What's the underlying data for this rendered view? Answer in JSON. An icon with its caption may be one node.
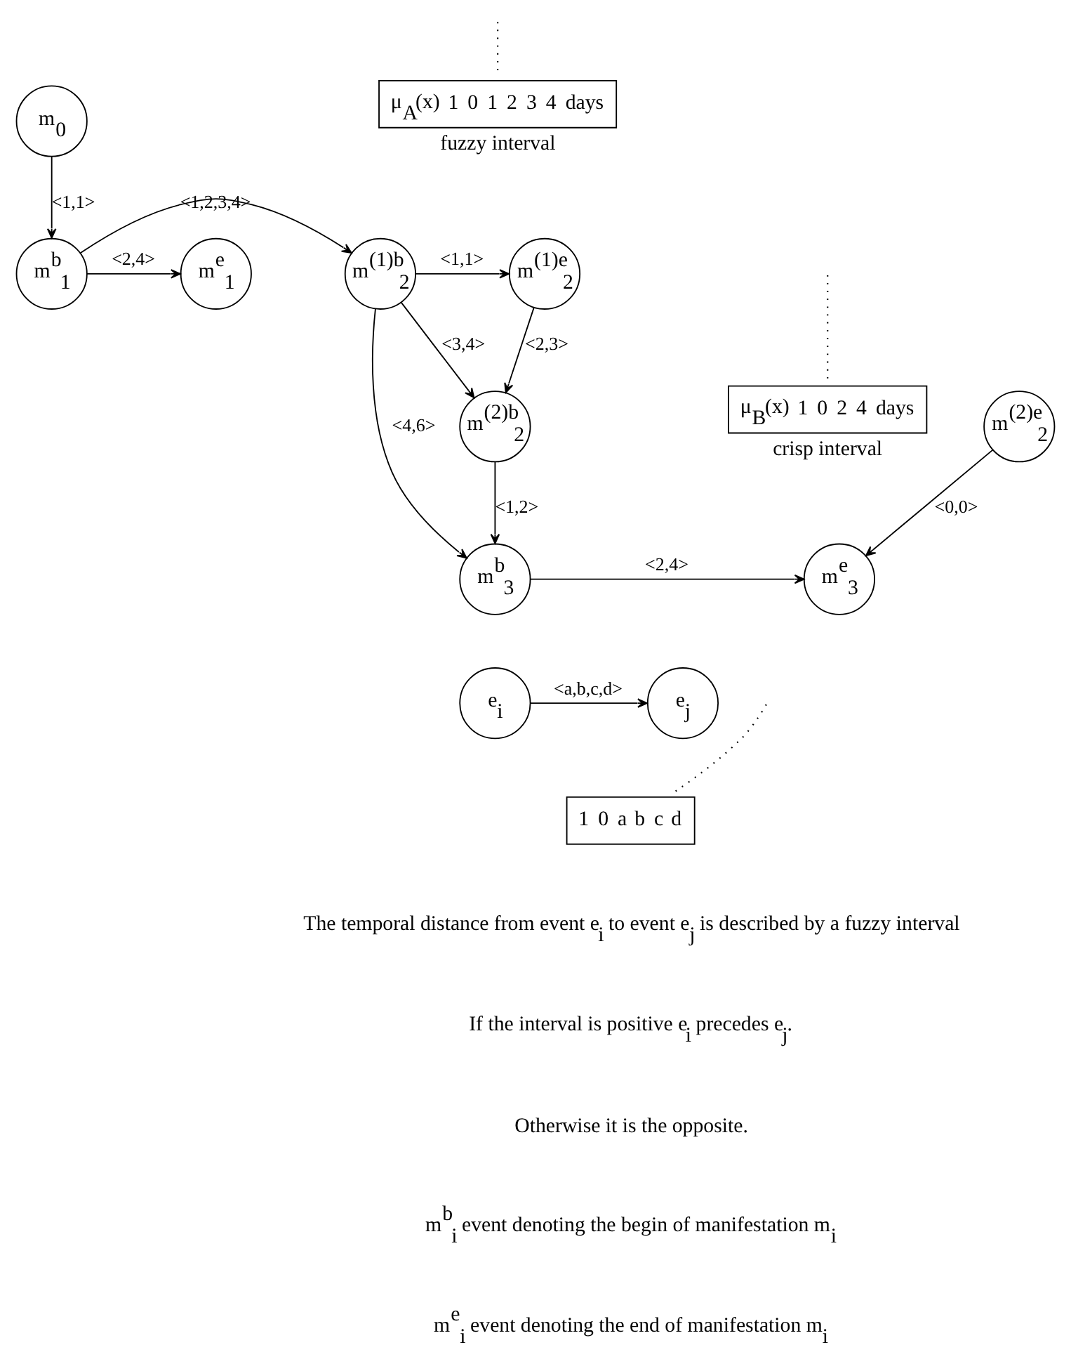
{
  "diagram": {
    "nodes": [
      {
        "text": [
          "m$_{0}$"
        ]
      },
      {
        "text": [
          "μ$_{A}$(x)",
          "1",
          "0",
          "1",
          "2",
          "3",
          "4",
          "days"
        ],
        "beside": [
          "fuzzy interval"
        ]
      },
      {
        "text": [
          "m$^{b}$$_{1}$"
        ]
      },
      {
        "text": [
          "m$^{e}$$_{1}$"
        ]
      },
      {
        "text": [
          "m$^{(1)b}$$_{2}$"
        ]
      },
      {
        "text": [
          "m$^{(1)e}$$_{2}$"
        ]
      },
      {
        "text": [
          "μ$_{B}$(x)",
          "1",
          "0",
          "2",
          "4",
          "days"
        ],
        "beside": [
          "crisp interval"
        ]
      },
      {
        "text": [
          "m$^{(2)b}$$_{2}$"
        ]
      },
      {
        "text": [
          "m$^{(2)e}$$_{2}$"
        ]
      },
      {
        "text": [
          "m$^{b}$$_{3}$"
        ]
      },
      {
        "text": [
          "m$^{e}$$_{3}$"
        ]
      },
      {
        "text": [
          "e$_{i}$"
        ]
      },
      {
        "text": [
          "e$_{j}$"
        ]
      },
      {
        "text": [
          "1",
          "0",
          "a",
          "b",
          "c",
          "d"
        ]
      }
    ],
    "edges": [
      {
        "from": 0,
        "to": 2,
        "arrow": "to",
        "label": "<1,1>"
      },
      {
        "from": 2,
        "to": 4,
        "arrow": "to",
        "label": "<1,2,3,4>"
      },
      {
        "from": 2,
        "to": 3,
        "arrow": "to",
        "label": "<2,4>"
      },
      {
        "from": 4,
        "to": 5,
        "arrow": "to",
        "label": "<1,1>"
      },
      {
        "from": 4,
        "to": 7,
        "arrow": "to",
        "label": "<3,4>"
      },
      {
        "from": 5,
        "to": 7,
        "arrow": "to",
        "label": "<2,3>"
      },
      {
        "from": 4,
        "to": 9,
        "arrow": "to",
        "label": "<4,6>"
      },
      {
        "from": 7,
        "to": 9,
        "arrow": "to",
        "label": "<1,2>"
      },
      {
        "from": 8,
        "to": 10,
        "arrow": "to",
        "label": "<0,0>"
      },
      {
        "from": 9,
        "to": 10,
        "arrow": "to",
        "label": "<2,4>"
      },
      {
        "from": 11,
        "to": 12,
        "arrow": "to",
        "label": "<a,b,c,d>"
      },
      {
        "from": null,
        "to": 1,
        "arrow": "none",
        "style": "dashed"
      },
      {
        "from": null,
        "to": 6,
        "arrow": "none",
        "style": "dashed"
      },
      {
        "from": null,
        "to": 13,
        "arrow": "none",
        "style": "dashed"
      }
    ],
    "labels": [
      "The temporal distance from event e$_{i}$ to event e$_{j}$ is described by a fuzzy interval",
      "If the interval is positive e$_{i}$ precedes e$_{j}$.",
      "Otherwise it is the opposite.",
      "m$^{b}$$_{i}$ event denoting the begin of manifestation m$_{i}$",
      "m$^{e}$$_{i}$ event denoting the end of manifestation m$_{i}$"
    ]
  }
}
